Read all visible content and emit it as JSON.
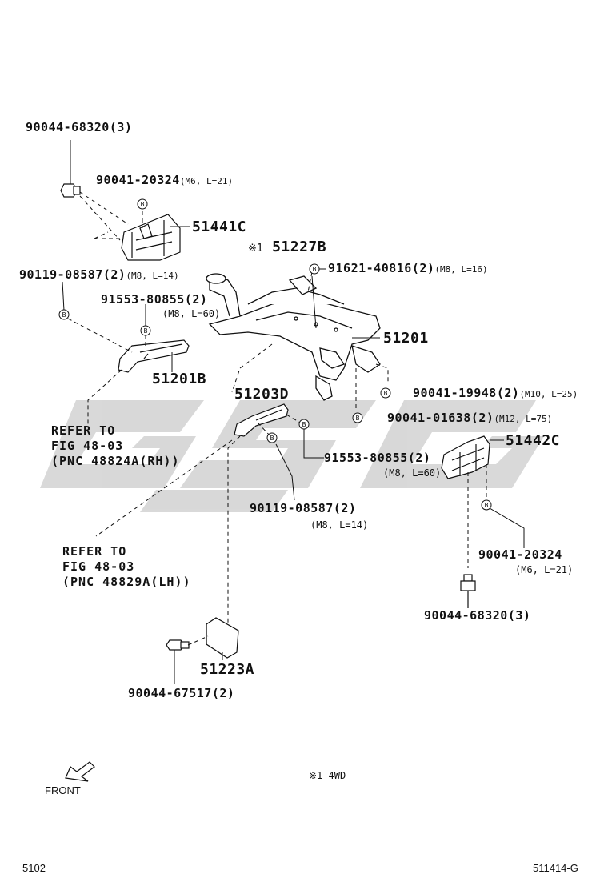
{
  "watermark_text": "GSG",
  "parts": {
    "p1": {
      "num": "90044-68320",
      "qty": "(3)"
    },
    "p2": {
      "num": "90041-20324",
      "spec": "(M6, L=21)"
    },
    "p3": {
      "num": "51441C"
    },
    "p4": {
      "mark": "※1",
      "num": "51227B"
    },
    "p5": {
      "num": "91621-40816",
      "qty": "(2)",
      "spec": "(M8, L=16)"
    },
    "p6": {
      "num": "90119-08587",
      "qty": "(2)",
      "spec": "(M8, L=14)"
    },
    "p7": {
      "num": "91553-80855",
      "qty": "(2)",
      "spec": "(M8, L=60)"
    },
    "p8": {
      "num": "51201"
    },
    "p9": {
      "num": "51201B"
    },
    "p10": {
      "num": "51203D"
    },
    "p11": {
      "num": "90041-19948",
      "qty": "(2)",
      "spec": "(M10, L=25)"
    },
    "p12": {
      "num": "90041-01638",
      "qty": "(2)",
      "spec": "(M12, L=75)"
    },
    "p13": {
      "num": "51442C"
    },
    "p14": {
      "num": "91553-80855",
      "qty": "(2)",
      "spec": "(M8, L=60)"
    },
    "p15": {
      "num": "90119-08587",
      "qty": "(2)",
      "spec": "(M8, L=14)"
    },
    "p16": {
      "num": "90041-20324",
      "spec": "(M6, L=21)"
    },
    "p17": {
      "num": "90044-68320",
      "qty": "(3)"
    },
    "p18": {
      "num": "51223A"
    },
    "p19": {
      "num": "90044-67517",
      "qty": "(2)"
    }
  },
  "refer_rh": "REFER TO\nFIG 48-03\n(PNC 48824A(RH))",
  "refer_lh": "REFER TO\nFIG 48-03\n(PNC 48829A(LH))",
  "bolt_marker": "B",
  "note": "※1 4WD",
  "front_label": "FRONT",
  "page_code": "5102",
  "illustration_id": "511414-G"
}
